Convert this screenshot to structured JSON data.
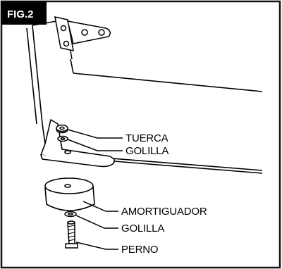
{
  "figure": {
    "tag": "FIG.2",
    "tag_bg_color": "#000000",
    "tag_text_color": "#ffffff",
    "border_color": "#111111"
  },
  "labels": [
    {
      "id": "tuerca",
      "text": "TUERCA"
    },
    {
      "id": "golilla-top",
      "text": "GOLILLA"
    },
    {
      "id": "amortiguador",
      "text": "AMORTIGUADOR"
    },
    {
      "id": "golilla-bottom",
      "text": "GOLILLA"
    },
    {
      "id": "perno",
      "text": "PERNO"
    }
  ]
}
